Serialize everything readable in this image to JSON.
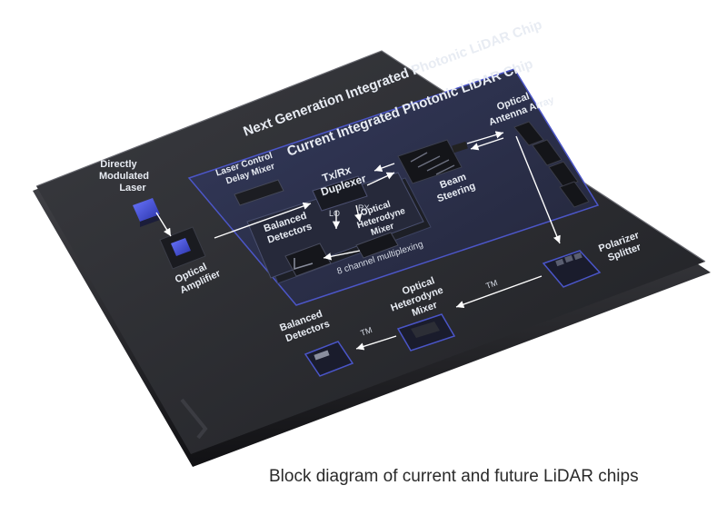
{
  "outer_chip_title": "Next Generation Integrated Photonic LiDAR Chip",
  "inner_chip_title": "Current Integrated Photonic LiDAR Chip",
  "blocks": {
    "laser": [
      "Directly",
      "Modulated",
      "Laser"
    ],
    "amplifier": [
      "Optical",
      "Amplifier"
    ],
    "delay_mixer": [
      "Laser Control",
      "Delay Mixer"
    ],
    "duplexer": [
      "Tx/Rx",
      "Duplexer"
    ],
    "beam_steering": [
      "Beam",
      "Steering"
    ],
    "antenna": [
      "Optical",
      "Antenna Array"
    ],
    "balanced_detectors_inner": [
      "Balanced",
      "Detectors"
    ],
    "mixer_inner": [
      "Optical",
      "Heterodyne",
      "Mixer"
    ],
    "multiplexing": "8 channel multiplexing",
    "polarizer": [
      "Polarizer",
      "Splitter"
    ],
    "mixer_outer": [
      "Optical",
      "Heterodyne",
      "Mixer"
    ],
    "balanced_detectors_outer": [
      "Balanced",
      "Detectors"
    ]
  },
  "signal_labels": {
    "lo": "LO",
    "rx": "RX",
    "tm_1": "TM",
    "tm_2": "TM"
  },
  "caption": "Block diagram of current and future LiDAR chips",
  "colors": {
    "chip_body": "#2b2c30",
    "inner_panel": "#2e3352",
    "accent_blue": "#4a55c8",
    "text": "#e8ecf3"
  }
}
